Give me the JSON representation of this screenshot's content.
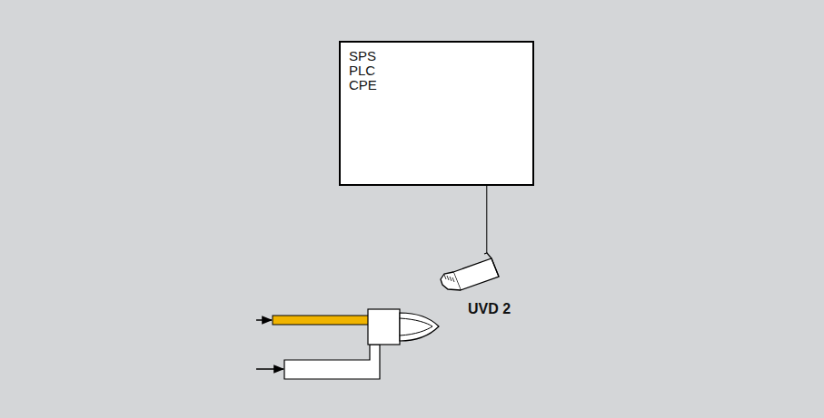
{
  "diagram": {
    "nodes": [
      {
        "text": [
          "SPS PLC CPE"
        ]
      },
      {
        "text": [
          "UVD 2"
        ]
      }
    ],
    "edges": [
      {
        "from": 0,
        "to": 1,
        "arrow": "none"
      }
    ]
  }
}
